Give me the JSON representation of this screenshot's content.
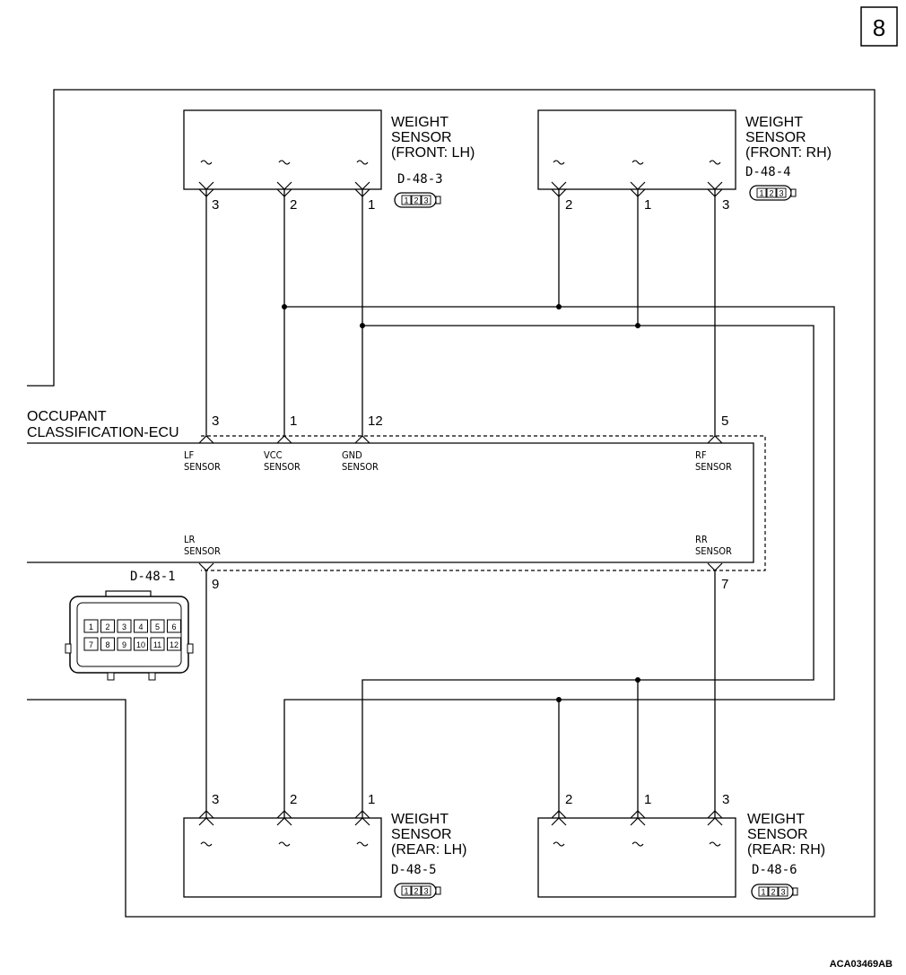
{
  "page_number": "8",
  "figure_code": "ACA03469AB",
  "ecu": {
    "title_line1": "OCCUPANT",
    "title_line2": "CLASSIFICATION-ECU",
    "connector": "D-48-1",
    "pins": {
      "lf": "3",
      "vcc": "1",
      "gnd": "12",
      "rf": "5",
      "lr": "9",
      "rr": "7"
    },
    "signals": {
      "lf": [
        "LF",
        "SENSOR"
      ],
      "vcc": [
        "VCC",
        "SENSOR"
      ],
      "gnd": [
        "GND",
        "SENSOR"
      ],
      "rf": [
        "RF",
        "SENSOR"
      ],
      "lr": [
        "LR",
        "SENSOR"
      ],
      "rr": [
        "RR",
        "SENSOR"
      ]
    },
    "connector_pins_row1": [
      "1",
      "2",
      "3",
      "4",
      "5",
      "6"
    ],
    "connector_pins_row2": [
      "7",
      "8",
      "9",
      "10",
      "11",
      "12"
    ]
  },
  "sensors": {
    "front_lh": {
      "line1": "WEIGHT",
      "line2": "SENSOR",
      "line3": "(FRONT: LH)",
      "connector": "D-48-3",
      "pins": [
        "3",
        "2",
        "1"
      ]
    },
    "front_rh": {
      "line1": "WEIGHT",
      "line2": "SENSOR",
      "line3": "(FRONT: RH)",
      "connector": "D-48-4",
      "pins": [
        "2",
        "1",
        "3"
      ]
    },
    "rear_lh": {
      "line1": "WEIGHT",
      "line2": "SENSOR",
      "line3": "(REAR: LH)",
      "connector": "D-48-5",
      "pins": [
        "3",
        "2",
        "1"
      ]
    },
    "rear_rh": {
      "line1": "WEIGHT",
      "line2": "SENSOR",
      "line3": "(REAR: RH)",
      "connector": "D-48-6",
      "pins": [
        "2",
        "1",
        "3"
      ]
    }
  },
  "mini_connector_pins": [
    "1",
    "2",
    "3"
  ]
}
